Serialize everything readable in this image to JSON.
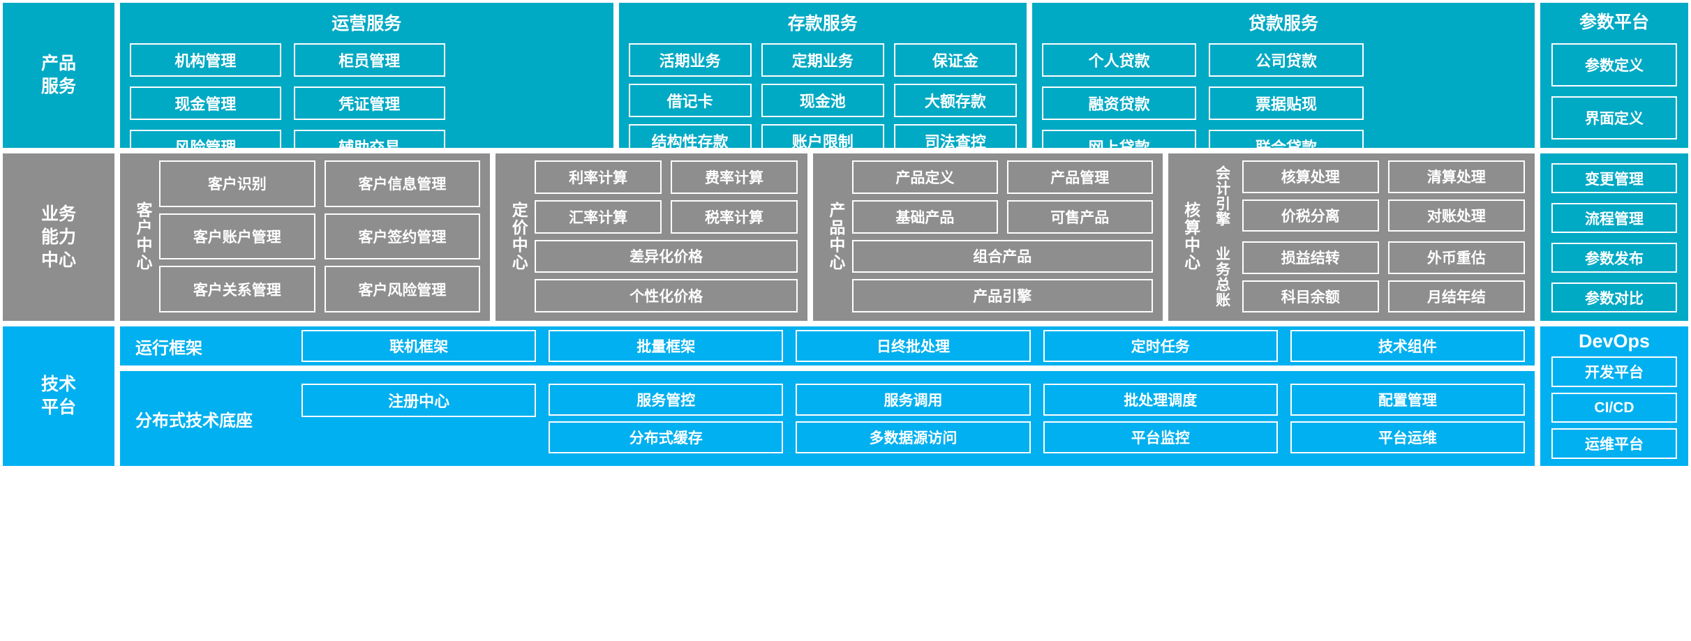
{
  "colors": {
    "teal": "#00A9C4",
    "gray": "#8E8E8E",
    "sky": "#00B0F0",
    "border": "#FFFFFF",
    "text": "#FFFFFF",
    "background": "#FFFFFF"
  },
  "rows": {
    "product_services": {
      "side_label": "产品\n服务",
      "groups": [
        {
          "title": "运营服务",
          "tiles": [
            "机构管理",
            "柜员管理",
            "现金管理",
            "凭证管理",
            "风险管理",
            "辅助交易"
          ]
        },
        {
          "title": "存款服务",
          "tiles": [
            "活期业务",
            "定期业务",
            "保证金",
            "借记卡",
            "现金池",
            "大额存款",
            "结构性存款",
            "账户限制",
            "司法查控"
          ]
        },
        {
          "title": "贷款服务",
          "tiles": [
            "个人贷款",
            "公司贷款",
            "融资贷款",
            "票据贴现",
            "网上贷款",
            "联合贷款"
          ]
        }
      ]
    },
    "business_capability": {
      "side_label": "业务\n能力\n中心",
      "centers": [
        {
          "vlabel": "客户中心",
          "rows": [
            [
              "客户识别",
              "客户信息管理"
            ],
            [
              "客户账户管理",
              "客户签约管理"
            ],
            [
              "客户关系管理",
              "客户风险管理"
            ]
          ]
        },
        {
          "vlabel": "定价中心",
          "rows": [
            [
              "利率计算",
              "费率计算"
            ],
            [
              "汇率计算",
              "税率计算"
            ],
            [
              "差异化价格"
            ],
            [
              "个性化价格"
            ]
          ]
        },
        {
          "vlabel": "产品中心",
          "rows": [
            [
              "产品定义",
              "产品管理"
            ],
            [
              "基础产品",
              "可售产品"
            ],
            [
              "组合产品"
            ],
            [
              "产品引擎"
            ]
          ]
        },
        {
          "vlabel": "核算中心",
          "subgroups": [
            {
              "vlabel": "会计引擎",
              "rows": [
                [
                  "核算处理",
                  "清算处理"
                ],
                [
                  "价税分离",
                  "对账处理"
                ]
              ]
            },
            {
              "vlabel": "业务总账",
              "rows": [
                [
                  "损益结转",
                  "外币重估"
                ],
                [
                  "科目余额",
                  "月结年结"
                ]
              ]
            }
          ]
        }
      ]
    },
    "technical_platform": {
      "side_label": "技术\n平台",
      "strips": [
        {
          "label": "运行框架",
          "columns": [
            [
              "联机框架"
            ],
            [
              "批量框架"
            ],
            [
              "日终批处理"
            ],
            [
              "定时任务"
            ],
            [
              "技术组件"
            ]
          ]
        },
        {
          "label": "分布式技术底座",
          "columns": [
            [
              "注册中心"
            ],
            [
              "服务管控",
              "分布式缓存"
            ],
            [
              "服务调用",
              "多数据源访问"
            ],
            [
              "批处理调度",
              "平台监控"
            ],
            [
              "配置管理",
              "平台运维"
            ]
          ]
        }
      ]
    }
  },
  "rails": {
    "parameter_platform": {
      "title": "参数平台",
      "items": [
        "参数定义",
        "界面定义",
        "变更管理",
        "流程管理",
        "参数发布",
        "参数对比"
      ]
    },
    "devops": {
      "title": "DevOps",
      "items": [
        "开发平台",
        "CI/CD",
        "运维平台"
      ]
    }
  }
}
